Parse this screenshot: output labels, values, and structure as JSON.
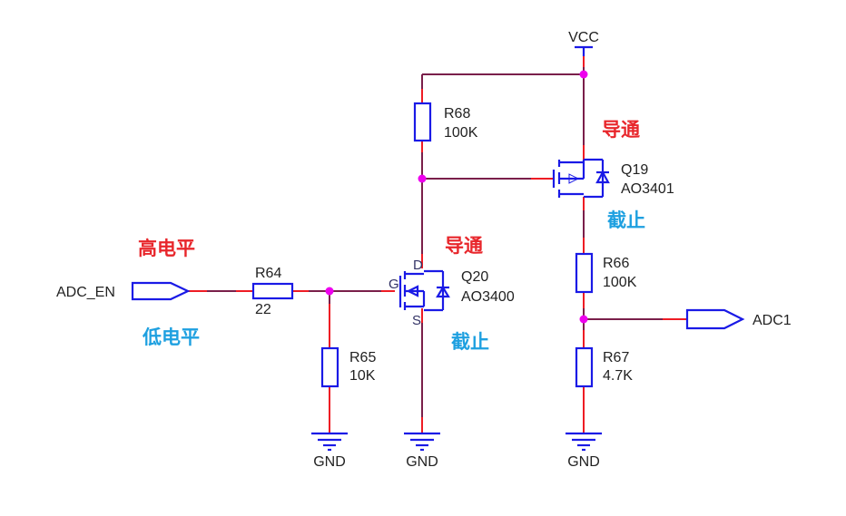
{
  "colors": {
    "on_state": "#e8262b",
    "off_state": "#1ea0e0",
    "wire": "#7a1f4a",
    "symbol": "#1a1ae6",
    "junction": "#ee00ee"
  },
  "power": {
    "vcc": "VCC"
  },
  "ground": {
    "label": "GND"
  },
  "ports": {
    "input": "ADC_EN",
    "output": "ADC1"
  },
  "components": {
    "R64": {
      "ref": "R64",
      "value": "22"
    },
    "R65": {
      "ref": "R65",
      "value": "10K"
    },
    "R66": {
      "ref": "R66",
      "value": "100K"
    },
    "R67": {
      "ref": "R67",
      "value": "4.7K"
    },
    "R68": {
      "ref": "R68",
      "value": "100K"
    },
    "Q19": {
      "ref": "Q19",
      "value": "AO3401"
    },
    "Q20": {
      "ref": "Q20",
      "value": "AO3400",
      "pin_g": "G",
      "pin_d": "D",
      "pin_s": "S"
    }
  },
  "annotations": {
    "input_high": "高电平",
    "input_low": "低电平",
    "q20_on": "导通",
    "q20_off": "截止",
    "q19_on": "导通",
    "q19_off": "截止"
  }
}
